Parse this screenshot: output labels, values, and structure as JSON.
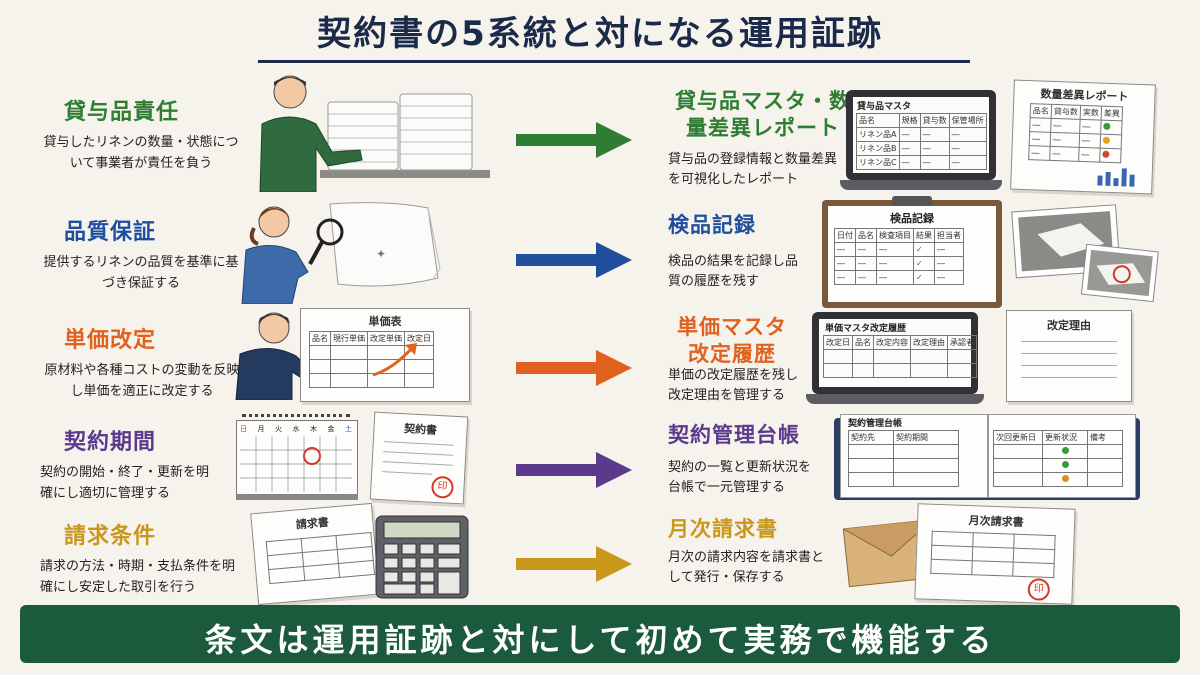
{
  "title": "契約書の5系統と対になる運用証跡",
  "rows": [
    {
      "left_heading": "貸与品責任",
      "left_desc": "貸与したリネンの数量・状態について事業者が責任を負う",
      "right_heading": "貸与品マスタ・数量差異レポート",
      "right_desc": "貸与品の登録情報と数量差異を可視化したレポート",
      "color": "#2e7d32",
      "illus": {
        "master_title": "貸与品マスタ",
        "master_cols": [
          "品名",
          "規格",
          "貸与数",
          "保管場所"
        ],
        "master_rows": [
          "リネン品A",
          "リネン品B",
          "リネン品C"
        ],
        "report_title": "数量差異レポート",
        "report_cols": [
          "品名",
          "貸与数",
          "実数",
          "差異"
        ]
      }
    },
    {
      "left_heading": "品質保証",
      "left_desc": "提供するリネンの品質を基準に基づき保証する",
      "right_heading": "検品記録",
      "right_desc": "検品の結果を記録し品質の履歴を残す",
      "color": "#1f4e9c",
      "illus": {
        "record_title": "検品記録",
        "record_cols": [
          "日付",
          "品名",
          "検査項目",
          "結果",
          "担当者"
        ]
      }
    },
    {
      "left_heading": "単価改定",
      "left_desc": "原材料や各種コストの変動を反映し単価を適正に改定する",
      "right_heading": "単価マスタ改定履歴",
      "right_desc": "単価の改定履歴を残し改定理由を管理する",
      "color": "#e0621e",
      "illus": {
        "price_table_title": "単価表",
        "price_table_cols": [
          "品名",
          "現行単価",
          "改定単価",
          "改定日"
        ],
        "history_title": "単価マスタ改定履歴",
        "history_cols": [
          "改定日",
          "品名",
          "改定内容",
          "改定理由",
          "承認者"
        ],
        "reason_title": "改定理由"
      }
    },
    {
      "left_heading": "契約期間",
      "left_desc": "契約の開始・終了・更新を明確にし適切に管理する",
      "right_heading": "契約管理台帳",
      "right_desc": "契約の一覧と更新状況を台帳で一元管理する",
      "color": "#5b3a8e",
      "illus": {
        "calendar_days": [
          "日",
          "月",
          "火",
          "水",
          "木",
          "金",
          "土"
        ],
        "contract_title": "契約書",
        "seal_char": "印",
        "ledger_title": "契約管理台帳",
        "ledger_cols": [
          "契約先",
          "契約期間",
          "次回更新日",
          "更新状況",
          "備考"
        ]
      }
    },
    {
      "left_heading": "請求条件",
      "left_desc": "請求の方法・時期・支払条件を明確にし安定した取引を行う",
      "right_heading": "月次請求書",
      "right_desc": "月次の請求内容を請求書として発行・保存する",
      "color": "#c9971c",
      "illus": {
        "invoice_title": "請求書",
        "monthly_title": "月次請求書",
        "seal_char": "印"
      }
    }
  ],
  "banner": "条文は運用証跡と対にして初めて実務で機能する",
  "colors": {
    "title": "#1b2a48",
    "banner_bg": "#1c5a3e"
  }
}
